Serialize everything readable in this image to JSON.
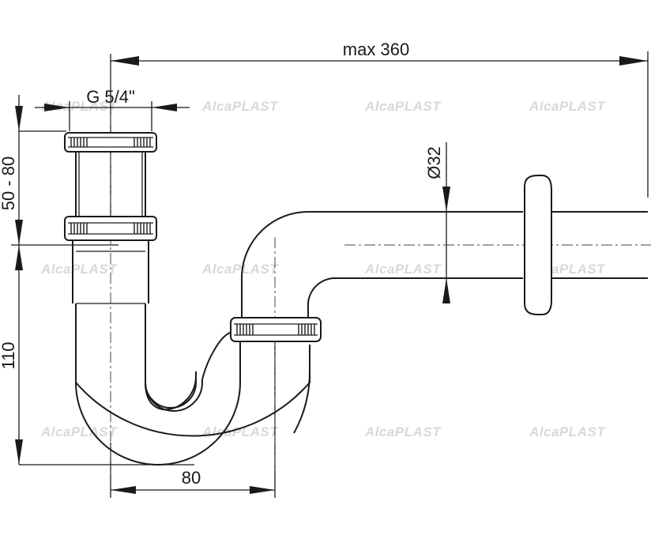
{
  "dimensions": {
    "max_length": "max 360",
    "thread": "G 5/4\"",
    "diameter": "Ø32",
    "height_top": "50 - 80",
    "height_bottom": "110",
    "width_bottom": "80"
  },
  "watermark": "AlcaPLAST"
}
